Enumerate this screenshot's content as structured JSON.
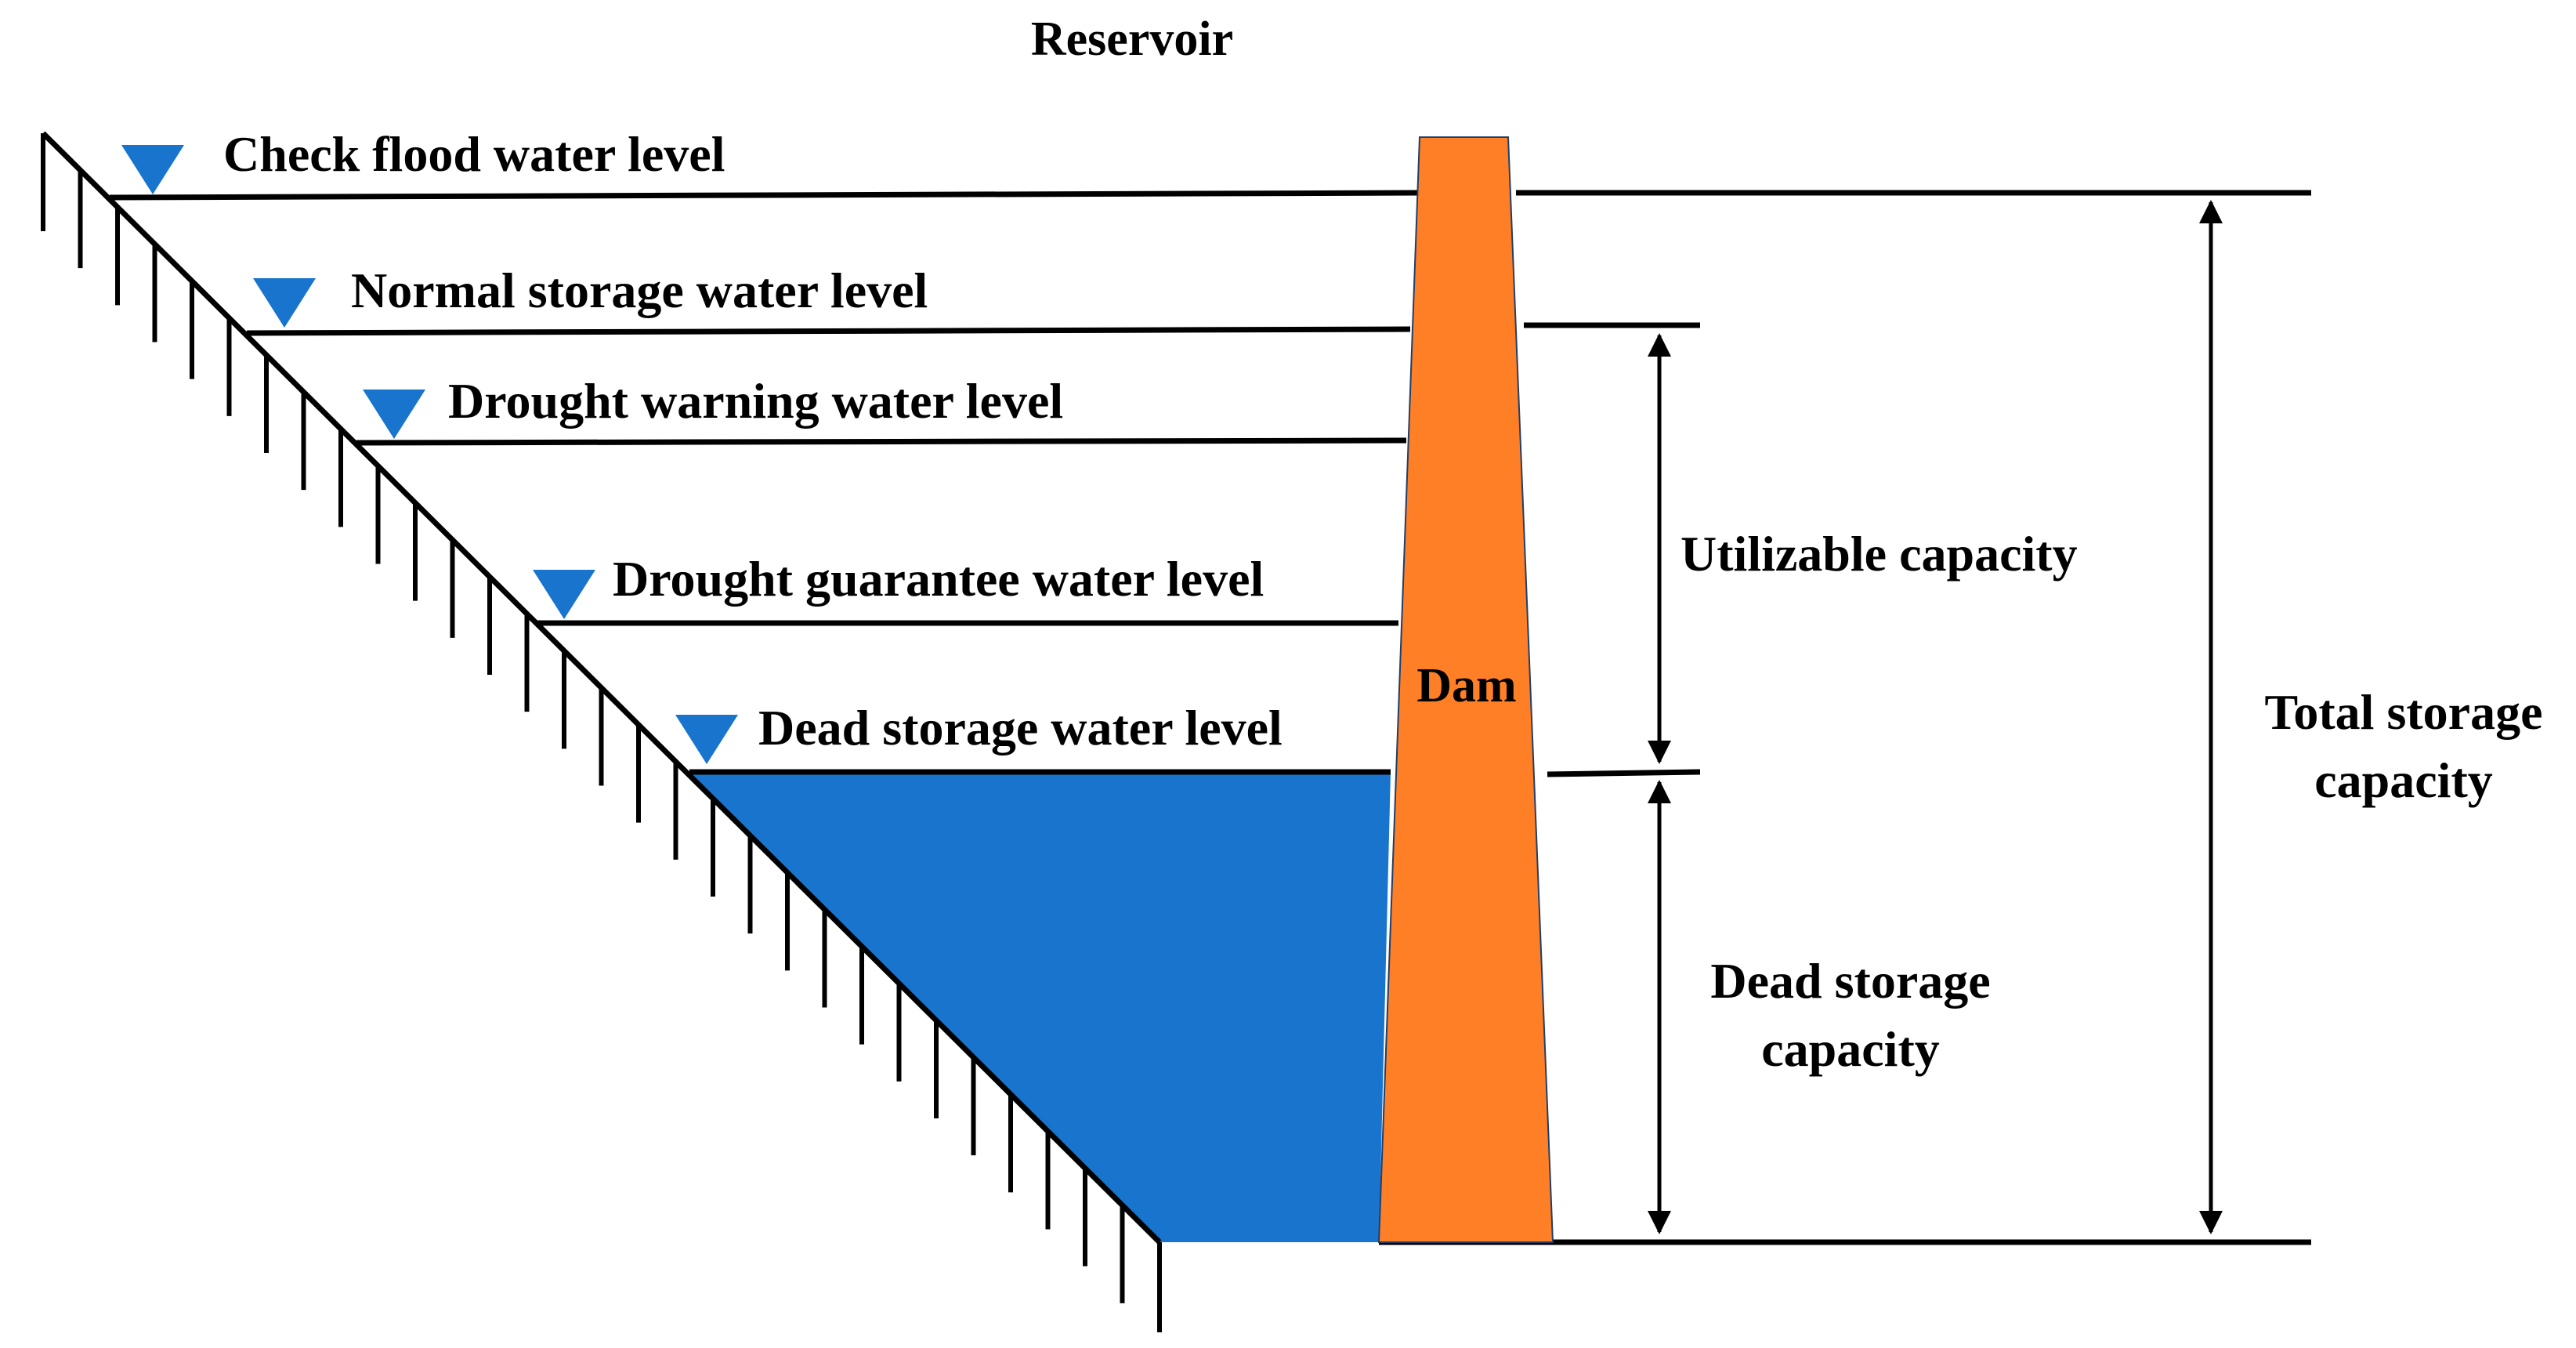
{
  "title": "Reservoir",
  "water_levels": [
    {
      "label": "Check flood water level"
    },
    {
      "label": "Normal storage water level"
    },
    {
      "label": "Drought warning  water level"
    },
    {
      "label": "Drought  guarantee water level"
    },
    {
      "label": "Dead storage water level"
    }
  ],
  "dam_label": "Dam",
  "capacities": {
    "utilizable": "Utilizable capacity",
    "dead_storage": [
      "Dead storage",
      "capacity"
    ],
    "total_storage": [
      "Total storage",
      "capacity"
    ]
  },
  "colors": {
    "water": "#1874CD",
    "dam": "#FF7F27",
    "marker": "#1874CD",
    "line": "#000000"
  }
}
